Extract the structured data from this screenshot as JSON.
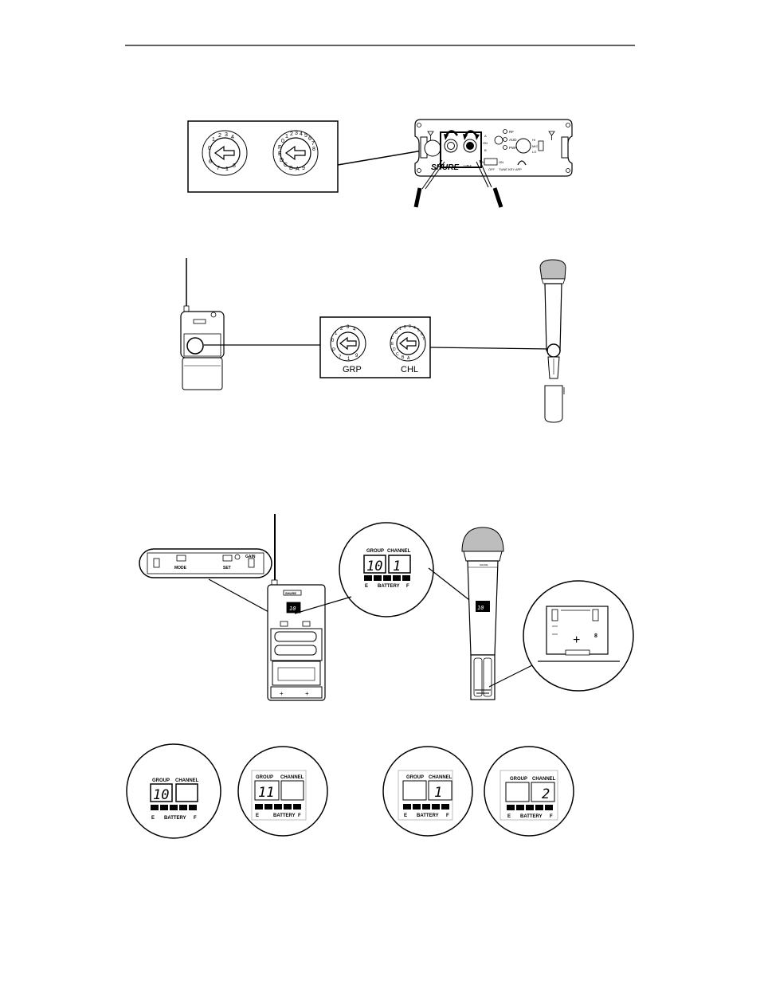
{
  "figure1": {
    "receiver_brand": "SHURE",
    "receiver_model": "UP4",
    "receiver_labels": {
      "rf": "RF",
      "aud": "AUD",
      "pwr": "PWR",
      "a": "A",
      "b": "B",
      "on": "ON",
      "off": "OFF",
      "tune_key": "TUNE KEY APP",
      "mic": "MIC",
      "lo": "LO",
      "hi": "HI"
    }
  },
  "figure2": {
    "grp_label": "GRP",
    "chl_label": "CHL",
    "grp_dial_digits": "0 1 2 3 4 5 6 7",
    "chl_dial_digits": "0 1 2 3 4 5 6 7 8 9 A B C D E F"
  },
  "figure3": {
    "bodypack_brand": "SHURE",
    "panel": {
      "mode": "MODE",
      "set": "SET",
      "gain": "GAIN"
    },
    "display": {
      "group_label": "GROUP",
      "channel_label": "CHANNEL",
      "group_value": "10",
      "channel_value": "1",
      "battery_label": "BATTERY",
      "e": "E",
      "f": "F"
    },
    "battery_compartment": {
      "plus": "+",
      "side_label": "8"
    }
  },
  "figure4": {
    "displays": [
      {
        "group_label": "GROUP",
        "channel_label": "CHANNEL",
        "group_value": "10",
        "channel_value": "",
        "battery_label": "BATTERY",
        "e": "E",
        "f": "F"
      },
      {
        "group_label": "GROUP",
        "channel_label": "CHANNEL",
        "group_value": "11",
        "channel_value": "",
        "battery_label": "BATTERY",
        "e": "E",
        "f": "F"
      },
      {
        "group_label": "GROUP",
        "channel_label": "CHANNEL",
        "group_value": "",
        "channel_value": "1",
        "battery_label": "BATTERY",
        "e": "E",
        "f": "F"
      },
      {
        "group_label": "GROUP",
        "channel_label": "CHANNEL",
        "group_value": "",
        "channel_value": "2",
        "battery_label": "BATTERY",
        "e": "E",
        "f": "F"
      }
    ]
  },
  "colors": {
    "ink": "#000000",
    "paper": "#ffffff",
    "shade": "#bdbdbd"
  }
}
